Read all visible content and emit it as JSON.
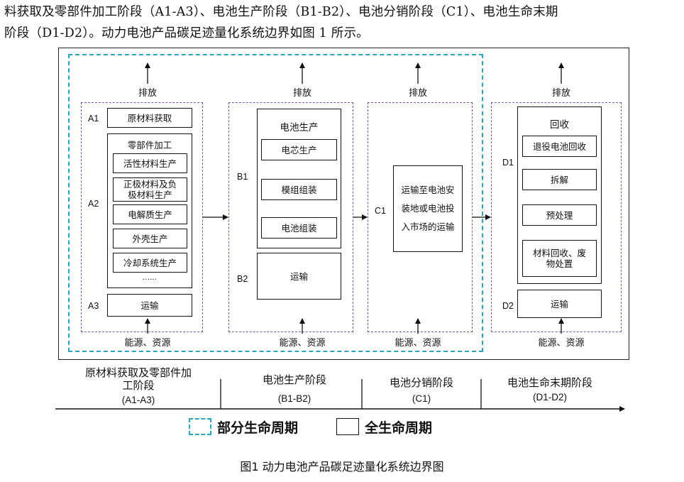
{
  "intro": {
    "line1": "料获取及零部件加工阶段（A1-A3）、电池生产阶段（B1-B2）、电池分销阶段（C1）、电池生命末期",
    "line2": "阶段（D1-D2）。动力电池产品碳足迹量化系统边界如图 1 所示。"
  },
  "diagram": {
    "emission_label": "排放",
    "resource_label": "能源、资源",
    "stage_a": {
      "a1_code": "A1",
      "a1_box": "原材料获取",
      "a2_code": "A2",
      "a2_title": "零部件加工",
      "a2_items": [
        "活性材料生产",
        "正极材料及负极材料生产",
        "电解质生产",
        "外壳生产",
        "冷却系统生产"
      ],
      "a2_more": "……",
      "a3_code": "A3",
      "a3_box": "运输"
    },
    "stage_b": {
      "b1_code": "B1",
      "b1_title": "电池生产",
      "b1_items": [
        "电芯生产",
        "模组组装",
        "电池组装"
      ],
      "b2_code": "B2",
      "b2_box": "运输"
    },
    "stage_c": {
      "c1_code": "C1",
      "c1_box": "运输至电池安装地或电池投入市场的运输"
    },
    "stage_d": {
      "d1_code": "D1",
      "d1_title": "回收",
      "d1_items": [
        "退役电池回收",
        "拆解",
        "预处理",
        "材料回收、废物处置"
      ],
      "d2_code": "D2",
      "d2_box": "运输"
    }
  },
  "phases": [
    {
      "name": "原材料获取及零部件加工阶段",
      "code": "(A1-A3)"
    },
    {
      "name": "电池生产阶段",
      "code": "(B1-B2)"
    },
    {
      "name": "电池分销阶段",
      "code": "(C1)"
    },
    {
      "name": "电池生命末期阶段",
      "code": "(D1-D2)"
    }
  ],
  "legend": {
    "partial": "部分生命周期",
    "full": "全生命周期",
    "partial_color": "#2aa6c4"
  },
  "caption": "图1  动力电池产品碳足迹量化系统边界图"
}
